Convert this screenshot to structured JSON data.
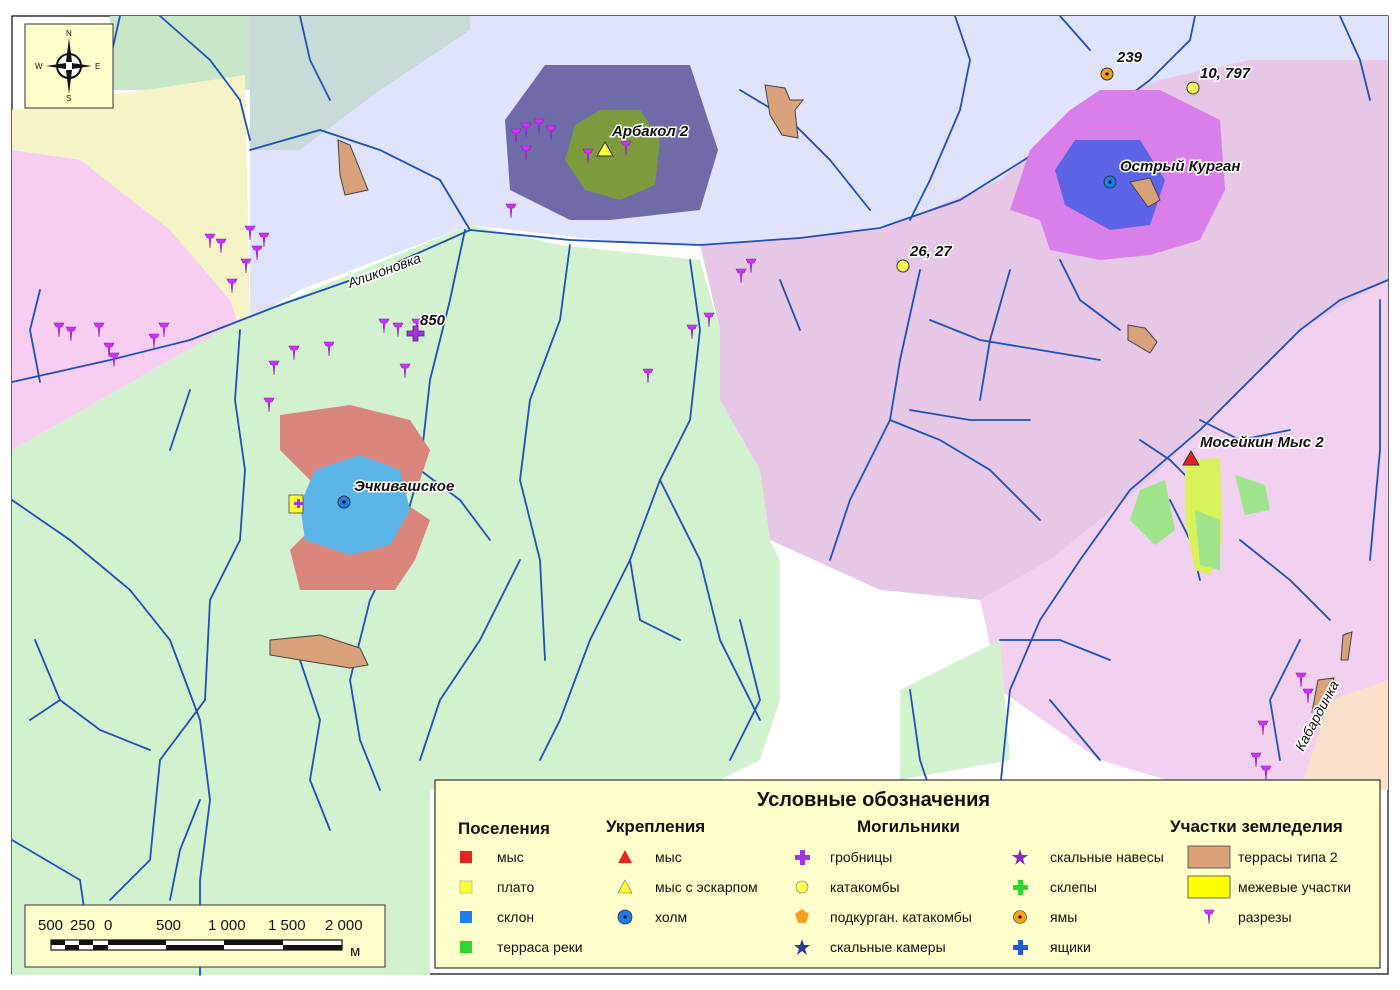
{
  "map": {
    "north_arrow": {
      "n": "N",
      "s": "S",
      "e": "E",
      "w": "W"
    },
    "sites": [
      {
        "name": "Арбакол 2"
      },
      {
        "name": "Острый Курган"
      },
      {
        "name": "Эчкивашское"
      },
      {
        "name": "Мосейкин Мыс 2"
      }
    ],
    "number_labels": [
      "239",
      "10, 797",
      "26, 27",
      "850"
    ],
    "rivers": [
      "Аликоновка",
      "Кабардинка"
    ]
  },
  "scale_bar": {
    "labels": [
      "500",
      "250",
      "0",
      "500",
      "1 000",
      "1 500",
      "2 000"
    ],
    "unit": "м"
  },
  "legend": {
    "title": "Условные обозначения",
    "groups": [
      {
        "heading": "Поселения",
        "items": [
          "мыс",
          "плато",
          "склон",
          "терраса реки"
        ]
      },
      {
        "heading": "Укрепления",
        "items": [
          "мыс",
          "мыс с эскарпом",
          "холм"
        ]
      },
      {
        "heading": "Могильники",
        "items": [
          "гробницы",
          "катакомбы",
          "подкурган. катакомбы",
          "скальные камеры",
          "скальные навесы",
          "склепы",
          "ямы",
          "ящики"
        ]
      },
      {
        "heading": "Участки земледелия",
        "items": [
          "террасы типа 2",
          "межевые участки",
          "разрезы"
        ]
      }
    ]
  },
  "colors": {
    "river": "#1f4fb8",
    "settlement_cape": "#e8231e",
    "settlement_plateau": "#ffff33",
    "settlement_slope": "#1e7bea",
    "settlement_river_terrace": "#2ed62e",
    "terrace_type2": "#d9a27a",
    "boundary_plots": "#ffff00",
    "cuts": "#cc33ff"
  }
}
